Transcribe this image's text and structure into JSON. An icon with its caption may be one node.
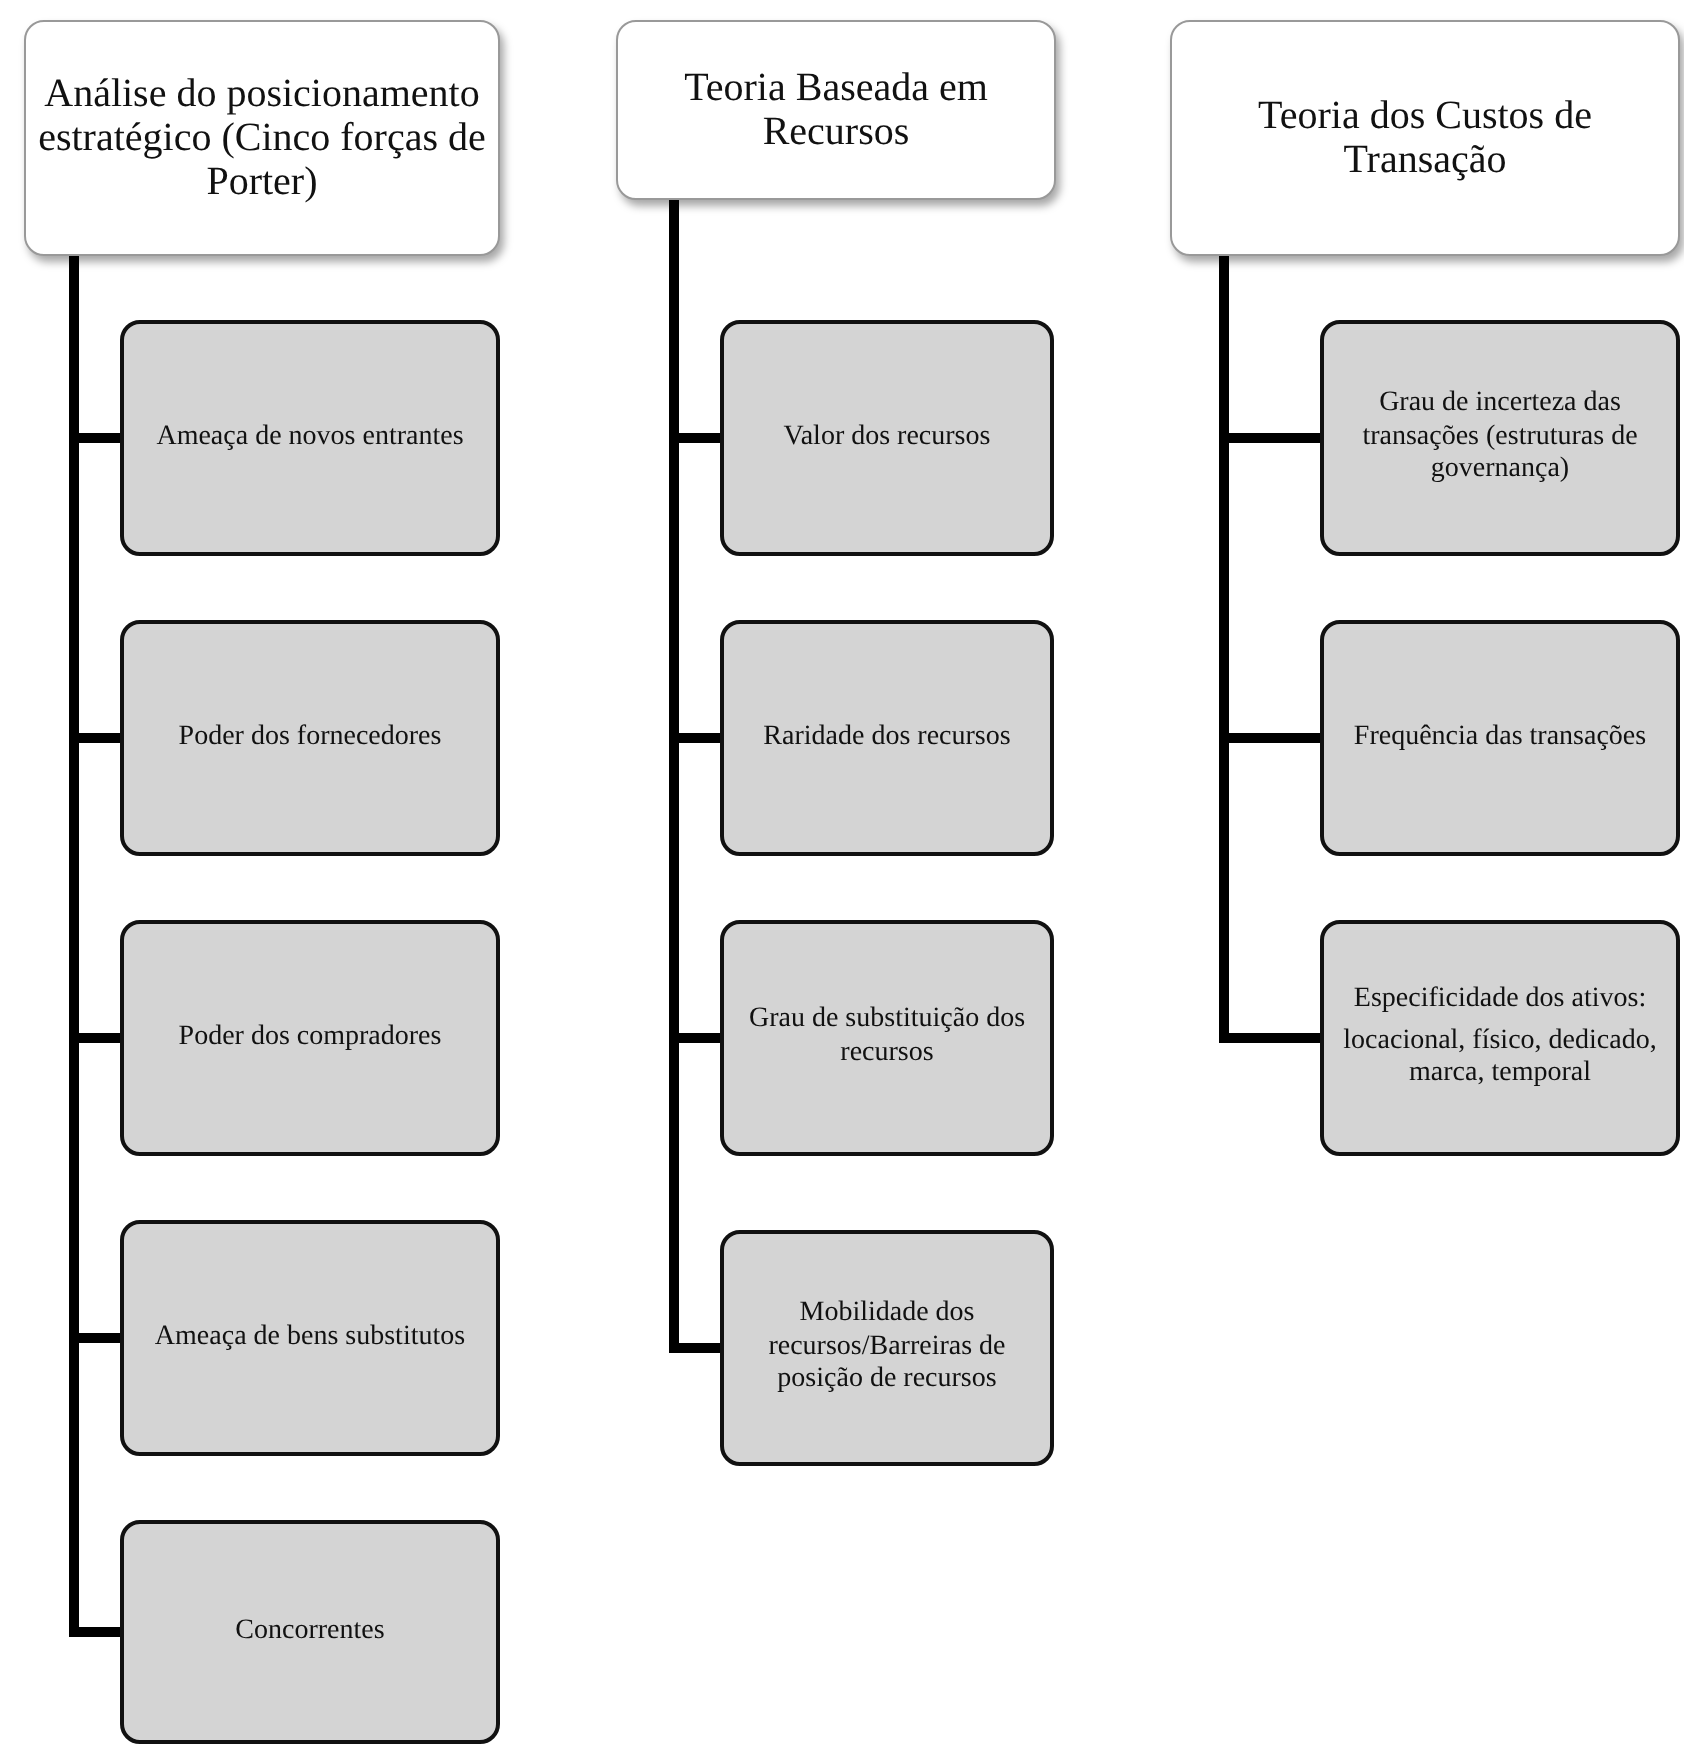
{
  "diagram": {
    "nodes": [
      {
        "text": [
          "Análise do posicionamento estratégico (Cinco forças de Porter)"
        ]
      },
      {
        "text": [
          "Ameaça de novos entrantes"
        ]
      },
      {
        "text": [
          "Poder dos fornecedores"
        ]
      },
      {
        "text": [
          "Poder dos compradores"
        ]
      },
      {
        "text": [
          "Ameaça de bens substitutos"
        ]
      },
      {
        "text": [
          "Concorrentes"
        ]
      },
      {
        "text": [
          "Teoria Baseada em Recursos"
        ]
      },
      {
        "text": [
          "Valor dos recursos"
        ]
      },
      {
        "text": [
          "Raridade dos recursos"
        ]
      },
      {
        "text": [
          "Grau de substituição dos recursos"
        ]
      },
      {
        "text": [
          "Mobilidade dos recursos/Barreiras de posição de recursos"
        ]
      },
      {
        "text": [
          "Teoria dos Custos de Transação"
        ]
      },
      {
        "text": [
          "Grau de incerteza das transações (estruturas de governança)"
        ]
      },
      {
        "text": [
          "Frequência das transações"
        ]
      },
      {
        "text": [
          "Especificidade dos ativos:",
          "locacional, físico, dedicado, marca, temporal"
        ]
      }
    ],
    "edges": [
      {
        "from": 0,
        "to": 1,
        "arrow": "none"
      },
      {
        "from": 0,
        "to": 2,
        "arrow": "none"
      },
      {
        "from": 0,
        "to": 3,
        "arrow": "none"
      },
      {
        "from": 0,
        "to": 4,
        "arrow": "none"
      },
      {
        "from": 0,
        "to": 5,
        "arrow": "none"
      },
      {
        "from": 6,
        "to": 7,
        "arrow": "none"
      },
      {
        "from": 6,
        "to": 8,
        "arrow": "none"
      },
      {
        "from": 6,
        "to": 9,
        "arrow": "none"
      },
      {
        "from": 6,
        "to": 10,
        "arrow": "none"
      },
      {
        "from": 11,
        "to": 12,
        "arrow": "none"
      },
      {
        "from": 11,
        "to": 13,
        "arrow": "none"
      },
      {
        "from": 11,
        "to": 14,
        "arrow": "none"
      }
    ]
  }
}
